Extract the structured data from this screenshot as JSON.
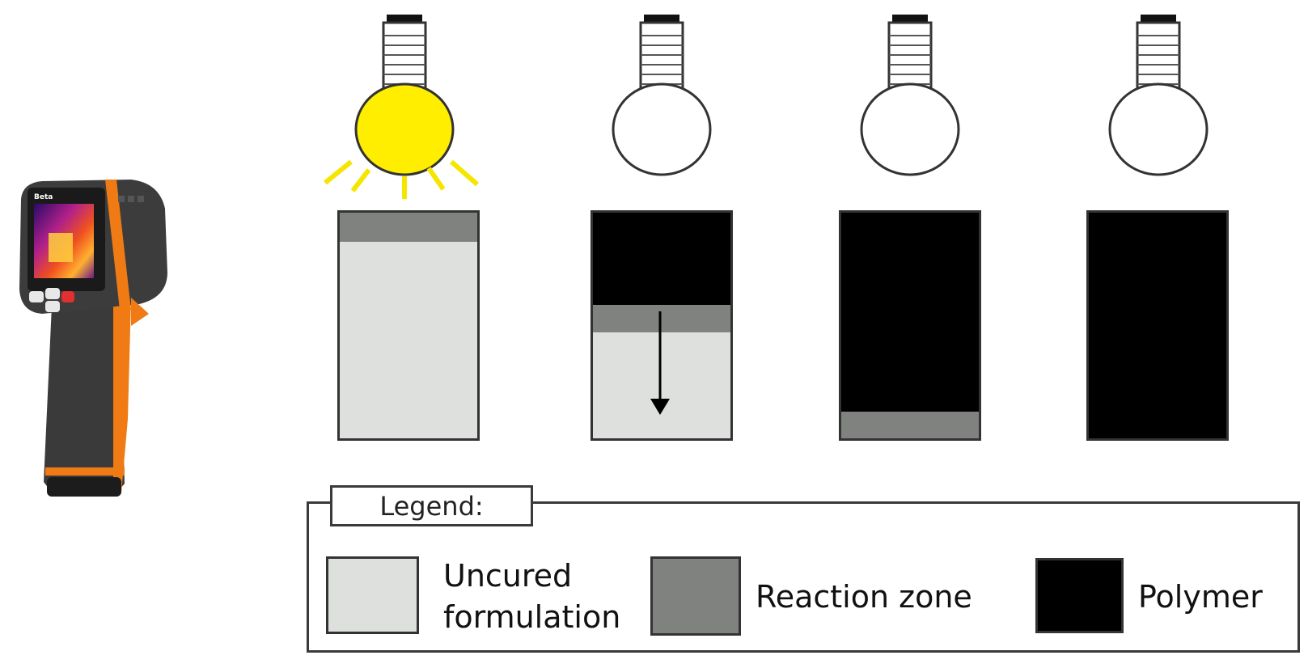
{
  "legend": {
    "title": "Legend:",
    "items": [
      {
        "label_line1": "Uncured",
        "label_line2": "formulation",
        "color": "#dde0dd"
      },
      {
        "label": "Reaction zone",
        "color": "#808280"
      },
      {
        "label": "Polymer",
        "color": "#000000"
      }
    ]
  },
  "colors": {
    "uncured": "#dde0dd",
    "reaction_zone": "#808280",
    "polymer": "#000000",
    "light_on": "#ffee00",
    "light_rays": "#f5e600",
    "outline": "#333333"
  },
  "stages": [
    {
      "bulb": "on",
      "polymer_fraction": 0.0,
      "reaction_zone_fraction": 0.13,
      "arrow": false
    },
    {
      "bulb": "off",
      "polymer_fraction": 0.41,
      "reaction_zone_fraction": 0.12,
      "arrow": true
    },
    {
      "bulb": "off",
      "polymer_fraction": 0.88,
      "reaction_zone_fraction": 0.12,
      "arrow": false
    },
    {
      "bulb": "off",
      "polymer_fraction": 1.0,
      "reaction_zone_fraction": 0.0,
      "arrow": false
    }
  ],
  "device": {
    "brand": "Beta",
    "icon": "thermal-camera-icon"
  }
}
